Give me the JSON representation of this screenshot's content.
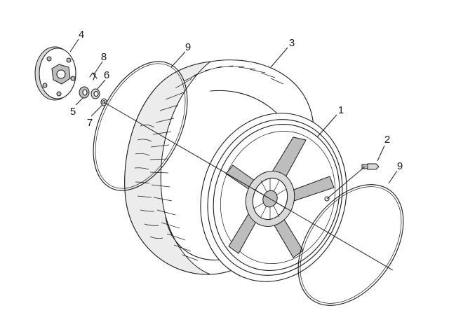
{
  "callouts": [
    {
      "id": "c4",
      "text": "4"
    },
    {
      "id": "c8",
      "text": "8"
    },
    {
      "id": "c6",
      "text": "6"
    },
    {
      "id": "c5",
      "text": "5"
    },
    {
      "id": "c7",
      "text": "7"
    },
    {
      "id": "c9a",
      "text": "9"
    },
    {
      "id": "c3",
      "text": "3"
    },
    {
      "id": "c1",
      "text": "1"
    },
    {
      "id": "c2",
      "text": "2"
    },
    {
      "id": "c9b",
      "text": "9"
    }
  ],
  "colors": {
    "line": "#1a1a1a",
    "background": "#ffffff",
    "shade": "#d9d9d9"
  }
}
